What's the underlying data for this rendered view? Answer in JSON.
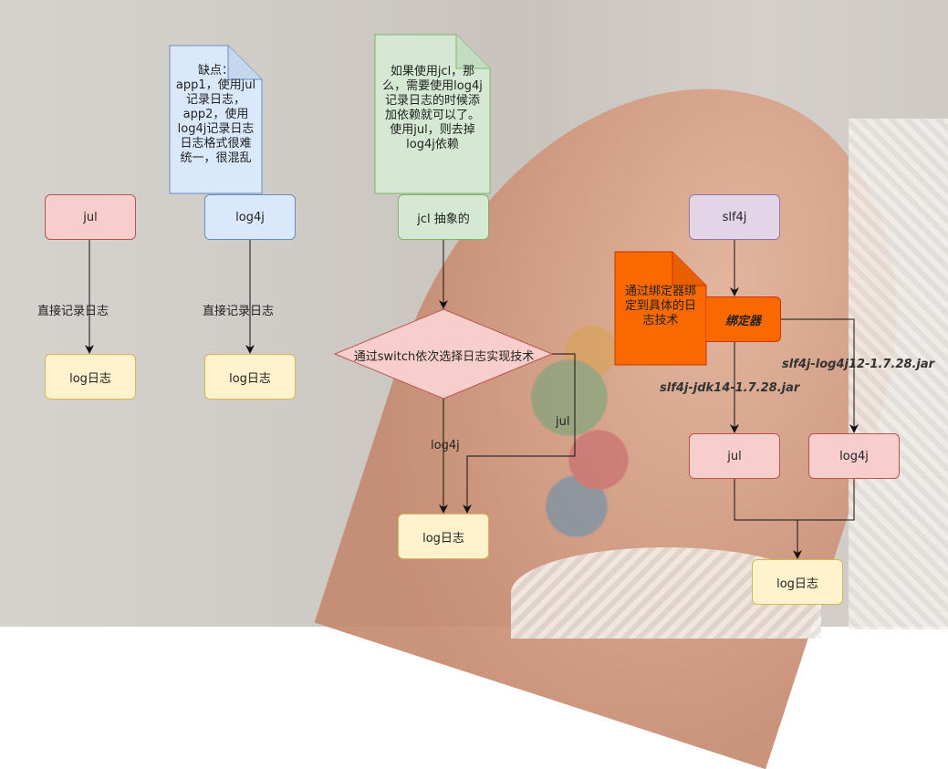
{
  "diagram": {
    "col1": {
      "source": "jul",
      "edge_label": "直接记录日志",
      "target": "log日志"
    },
    "col2": {
      "note": "缺点：\napp1，使用jul\n记录日志，\napp2，使用\nlog4j记录日志\n日志格式很难\n统一，很混乱",
      "source": "log4j",
      "edge_label": "直接记录日志",
      "target": "log日志"
    },
    "col3": {
      "note": "如果使用jcl，那\n么，需要使用log4j\n记录日志的时候添\n加依赖就可以了。\n使用jul，则去掉\nlog4j依赖",
      "source": "jcl 抽象的",
      "decision": "通过switch依次选择日志实现技术",
      "edge_left": "log4j",
      "edge_right": "jul",
      "target": "log日志"
    },
    "col4": {
      "source": "slf4j",
      "note": "通过绑定器绑\n定到具体的日\n志技术",
      "binder": "绑定器",
      "jar_left": "slf4j-jdk14-1.7.28.jar",
      "jar_right": "slf4j-log4j12-1.7.28.jar",
      "impl_left": "jul",
      "impl_right": "log4j",
      "target": "log日志"
    }
  },
  "colors": {
    "red_fill": "#f8cecc",
    "blue_fill": "#dae8fc",
    "green_fill": "#d5e8d4",
    "purple_fill": "#e1d5e7",
    "yellow_fill": "#fff2cc",
    "orange_fill": "#fa6800"
  }
}
